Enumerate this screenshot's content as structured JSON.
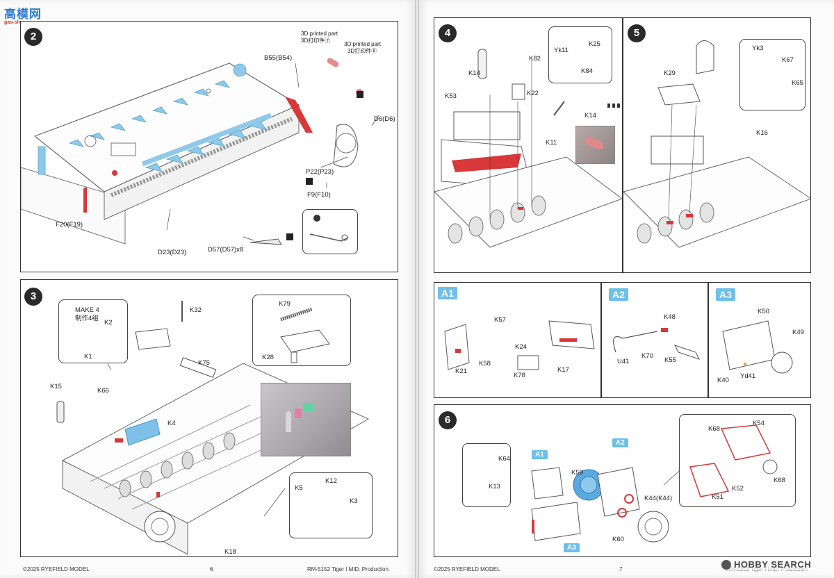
{
  "watermark": {
    "name": "高模网",
    "url": "gao-shou.com"
  },
  "brand_mark": {
    "text": "HOBBY SEARCH"
  },
  "footer": {
    "left_copyright": "©2025 RYEFIELD MODEL",
    "left_page": "6",
    "left_product": "RM-5152 Tiger I MID. Production",
    "right_copyright": "©2025 RYEFIELD MODEL",
    "right_page": "7",
    "right_product": "RM-5152 Tiger I MID. Production"
  },
  "steps": {
    "s2": {
      "number": "2",
      "labels": {
        "printed1": "3D printed part",
        "printed1_cn": "3D打印件⑦",
        "printed2": "3D printed part",
        "printed2_cn": "3D打印件⑧",
        "b55": "B55(B54)",
        "d6": "D6(D6)",
        "p22": "P22(P23)",
        "f9": "F9(F10)",
        "f20": "F20(F19)",
        "d23": "D23(D23)",
        "d57": "D57(D57)x8"
      }
    },
    "s3": {
      "number": "3",
      "labels": {
        "make4": "MAKE 4",
        "make4_cn": "制作4组",
        "k2": "K2",
        "k1": "K1",
        "k32": "K32",
        "k75": "K75",
        "k79": "K79",
        "k28": "K28",
        "k15": "K15",
        "k66": "K66",
        "k4": "K4",
        "k5": "K5",
        "k12": "K12",
        "k3": "K3",
        "k18": "K18"
      }
    },
    "s4": {
      "number": "4",
      "labels": {
        "k82": "K82",
        "k14a": "K14",
        "k22": "K22",
        "k53": "K53",
        "yk11": "Yk11",
        "k25": "K25",
        "k84": "K84",
        "k11": "K11",
        "k14b": "K14"
      }
    },
    "s5": {
      "number": "5",
      "labels": {
        "k29": "K29",
        "yk3": "Yk3",
        "k67": "K67",
        "k65": "K65",
        "k16": "K16"
      }
    },
    "a1": {
      "tag": "A1",
      "labels": {
        "k57": "K57",
        "k24": "K24",
        "k58": "K58",
        "k21": "K21",
        "k78": "K78",
        "k17": "K17"
      }
    },
    "a2": {
      "tag": "A2",
      "labels": {
        "k48": "K48",
        "u41": "U41",
        "k70": "K70",
        "k55": "K55"
      }
    },
    "a3": {
      "tag": "A3",
      "labels": {
        "k50": "K50",
        "k49": "K49",
        "k40": "K40",
        "yd41": "Yd41"
      }
    },
    "s6": {
      "number": "6",
      "labels": {
        "k64": "K64",
        "k13": "K13",
        "a1": "A1",
        "a2": "A2",
        "a3": "A3",
        "k59": "K59",
        "k44": "K44(K44)",
        "k60": "K60",
        "k68a": "K68",
        "k54": "K54",
        "k68b": "K68",
        "k52": "K52",
        "k51": "K51"
      }
    }
  }
}
